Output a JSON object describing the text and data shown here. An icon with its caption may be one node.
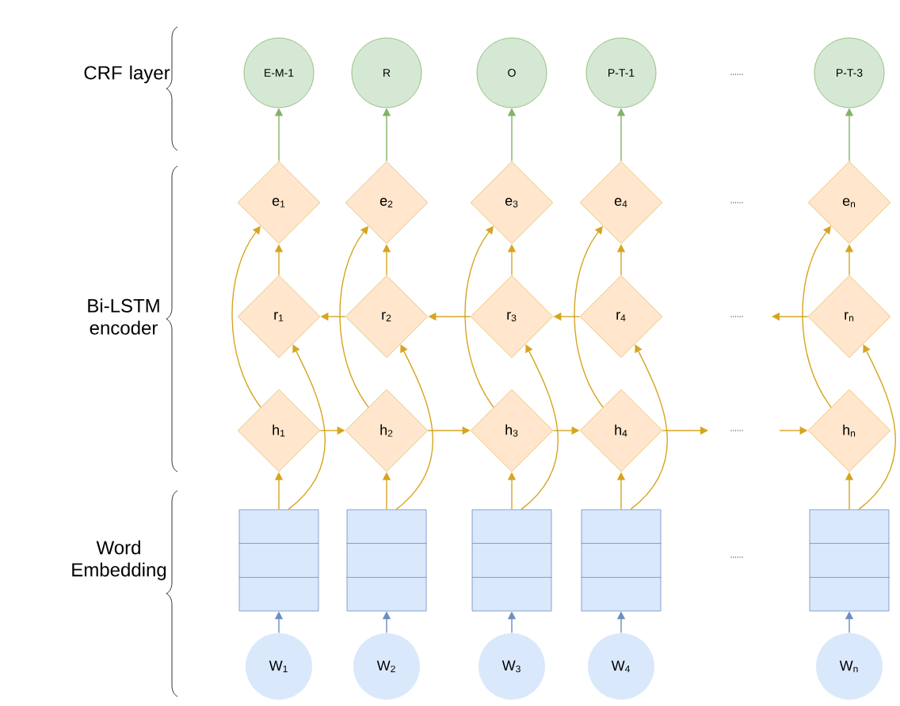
{
  "diagram": {
    "nodes": [
      {
        "text": [
          "E-M-1"
        ]
      },
      {
        "text": [
          "R"
        ]
      },
      {
        "text": [
          "O"
        ]
      },
      {
        "text": [
          "P-T-1"
        ]
      },
      {
        "text": [
          "P-T-3"
        ]
      },
      {
        "text": [
          "e$_{1}$"
        ]
      },
      {
        "text": [
          "e$_{2}$"
        ]
      },
      {
        "text": [
          "e$_{3}$"
        ]
      },
      {
        "text": [
          "e$_{4}$"
        ]
      },
      {
        "text": [
          "e$_{n}$"
        ]
      },
      {
        "text": [
          "r$_{1}$"
        ]
      },
      {
        "text": [
          "r$_{2}$"
        ]
      },
      {
        "text": [
          "r$_{3}$"
        ]
      },
      {
        "text": [
          "r$_{4}$"
        ]
      },
      {
        "text": [
          "r$_{n}$"
        ]
      },
      {
        "text": [
          "h$_{1}$"
        ]
      },
      {
        "text": [
          "h$_{2}$"
        ]
      },
      {
        "text": [
          "h$_{3}$"
        ]
      },
      {
        "text": [
          "h$_{4}$"
        ]
      },
      {
        "text": [
          "h$_{n}$"
        ]
      },
      {
        "text": [],
        "shape": "box"
      },
      {
        "text": [],
        "shape": "box"
      },
      {
        "text": [],
        "shape": "box"
      },
      {
        "text": [],
        "shape": "box"
      },
      {
        "text": [],
        "shape": "box"
      },
      {
        "text": [
          "W$_{1}$"
        ]
      },
      {
        "text": [
          "W$_{2}$"
        ]
      },
      {
        "text": [
          "W$_{3}$"
        ]
      },
      {
        "text": [
          "W$_{4}$"
        ]
      },
      {
        "text": [
          "W$_{n}$"
        ]
      }
    ],
    "edges": [
      {
        "from": 25,
        "to": 20,
        "arrow": "to",
        "color": "#6c8ebf"
      },
      {
        "from": 26,
        "to": 21,
        "arrow": "to",
        "color": "#6c8ebf"
      },
      {
        "from": 27,
        "to": 22,
        "arrow": "to",
        "color": "#6c8ebf"
      },
      {
        "from": 28,
        "to": 23,
        "arrow": "to",
        "color": "#6c8ebf"
      },
      {
        "from": 29,
        "to": 24,
        "arrow": "to",
        "color": "#6c8ebf"
      },
      {
        "from": 20,
        "to": 15,
        "arrow": "to"
      },
      {
        "from": 21,
        "to": 16,
        "arrow": "to"
      },
      {
        "from": 22,
        "to": 17,
        "arrow": "to"
      },
      {
        "from": 23,
        "to": 18,
        "arrow": "to"
      },
      {
        "from": 24,
        "to": 19,
        "arrow": "to"
      },
      {
        "from": 20,
        "to": 10,
        "arrow": "to"
      },
      {
        "from": 21,
        "to": 11,
        "arrow": "to"
      },
      {
        "from": 22,
        "to": 12,
        "arrow": "to"
      },
      {
        "from": 23,
        "to": 13,
        "arrow": "to"
      },
      {
        "from": 24,
        "to": 14,
        "arrow": "to"
      },
      {
        "from": 15,
        "to": 5,
        "arrow": "to"
      },
      {
        "from": 16,
        "to": 6,
        "arrow": "to"
      },
      {
        "from": 17,
        "to": 7,
        "arrow": "to"
      },
      {
        "from": 18,
        "to": 8,
        "arrow": "to"
      },
      {
        "from": 19,
        "to": 9,
        "arrow": "to"
      },
      {
        "from": 10,
        "to": 5,
        "arrow": "to"
      },
      {
        "from": 11,
        "to": 6,
        "arrow": "to"
      },
      {
        "from": 12,
        "to": 7,
        "arrow": "to"
      },
      {
        "from": 13,
        "to": 8,
        "arrow": "to"
      },
      {
        "from": 14,
        "to": 9,
        "arrow": "to"
      },
      {
        "from": 5,
        "to": 0,
        "arrow": "to",
        "color": "#82b366"
      },
      {
        "from": 6,
        "to": 1,
        "arrow": "to",
        "color": "#82b366"
      },
      {
        "from": 7,
        "to": 2,
        "arrow": "to",
        "color": "#82b366"
      },
      {
        "from": 8,
        "to": 3,
        "arrow": "to",
        "color": "#82b366"
      },
      {
        "from": 9,
        "to": 4,
        "arrow": "to",
        "color": "#82b366"
      },
      {
        "from": 15,
        "to": 16,
        "arrow": "to"
      },
      {
        "from": 16,
        "to": 17,
        "arrow": "to"
      },
      {
        "from": 17,
        "to": 18,
        "arrow": "to"
      },
      {
        "from": 18,
        "to": null,
        "arrow": "to"
      },
      {
        "from": null,
        "to": 19,
        "arrow": "to"
      },
      {
        "from": 11,
        "to": 10,
        "arrow": "to"
      },
      {
        "from": 12,
        "to": 11,
        "arrow": "to"
      },
      {
        "from": 13,
        "to": 12,
        "arrow": "to"
      },
      {
        "from": 14,
        "to": null,
        "arrow": "to"
      }
    ],
    "labels": [
      "CRF layer",
      "......",
      "......",
      "Bi-LSTM encoder",
      "......",
      "......",
      "Word Embedding",
      "......"
    ]
  }
}
